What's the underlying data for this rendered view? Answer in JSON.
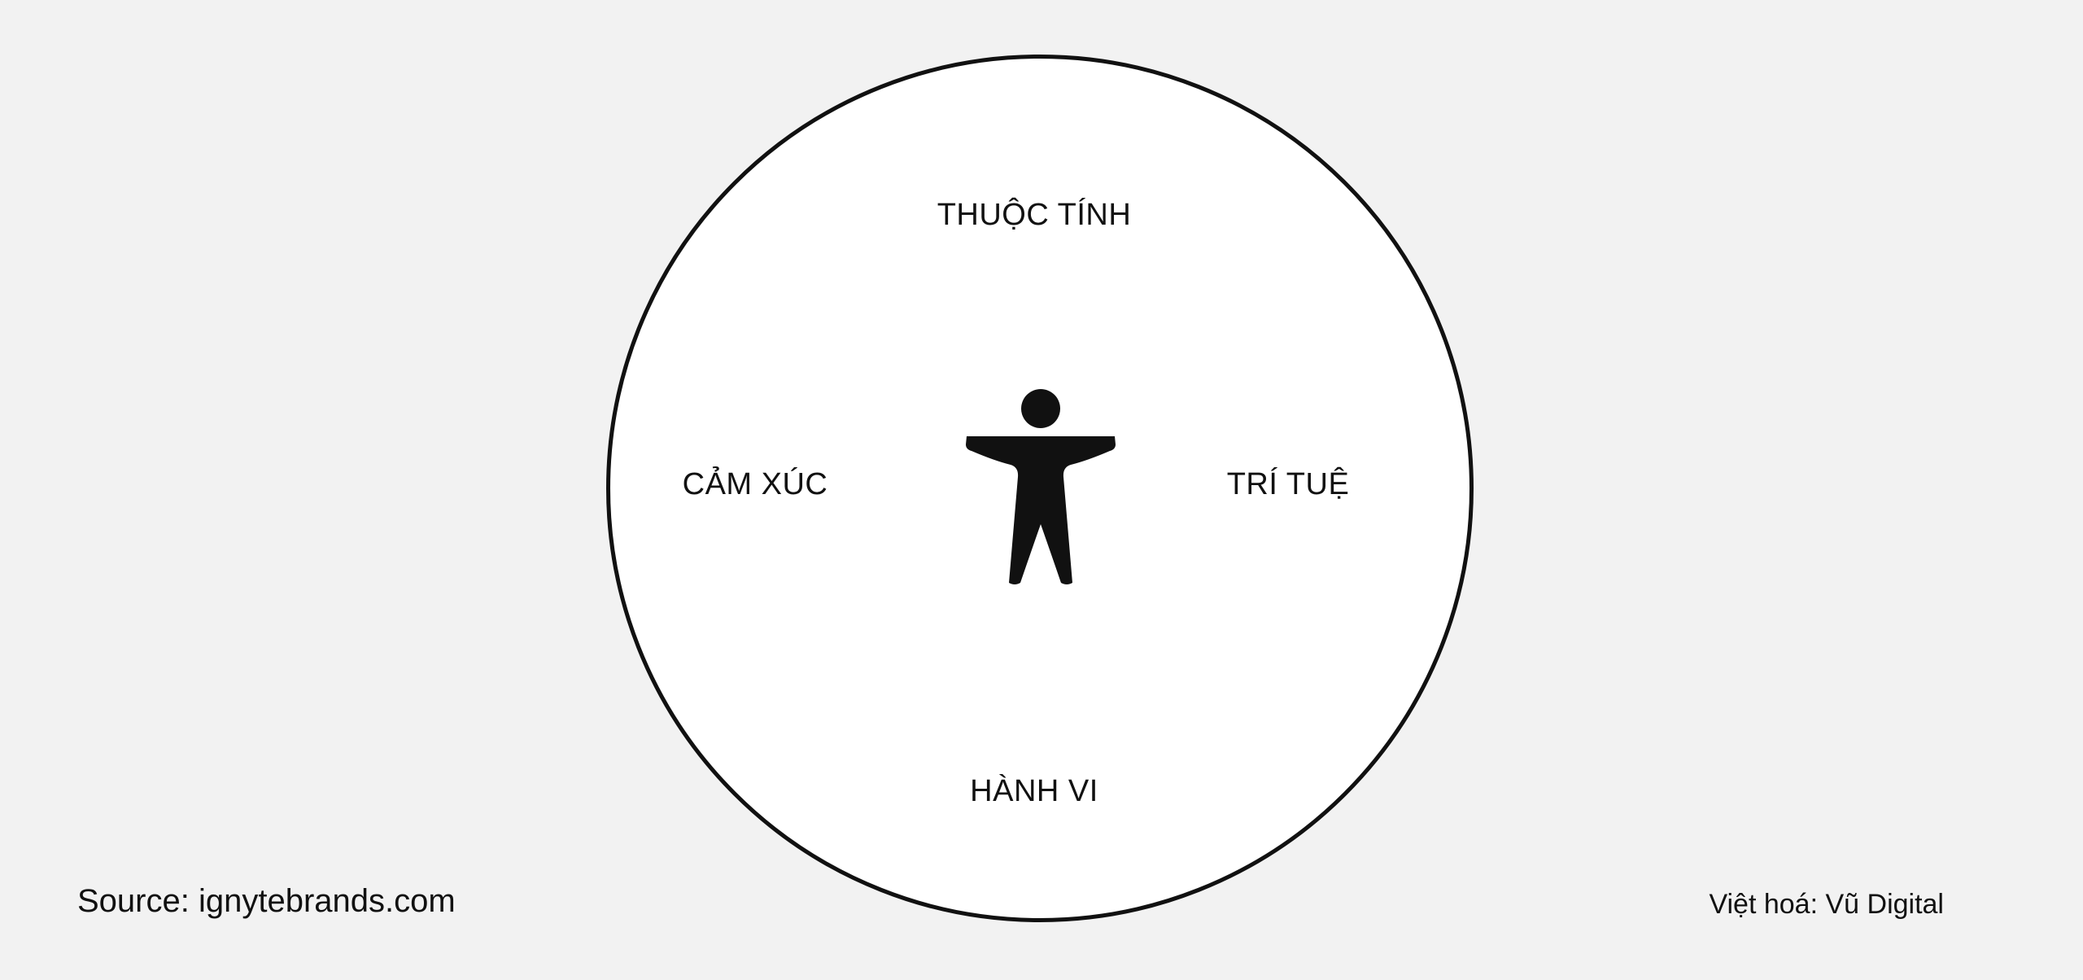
{
  "diagram": {
    "labels": {
      "top": "THUỘC TÍNH",
      "left": "CẢM XÚC",
      "right": "TRÍ TUỆ",
      "bottom": "HÀNH VI"
    },
    "center_icon": "person-standing-arms-out-icon"
  },
  "footer": {
    "source": "Source: ignytebrands.com",
    "credit": "Việt hoá: Vũ Digital"
  },
  "colors": {
    "background": "#f2f2f2",
    "circle_fill": "#ffffff",
    "ink": "#111111"
  }
}
